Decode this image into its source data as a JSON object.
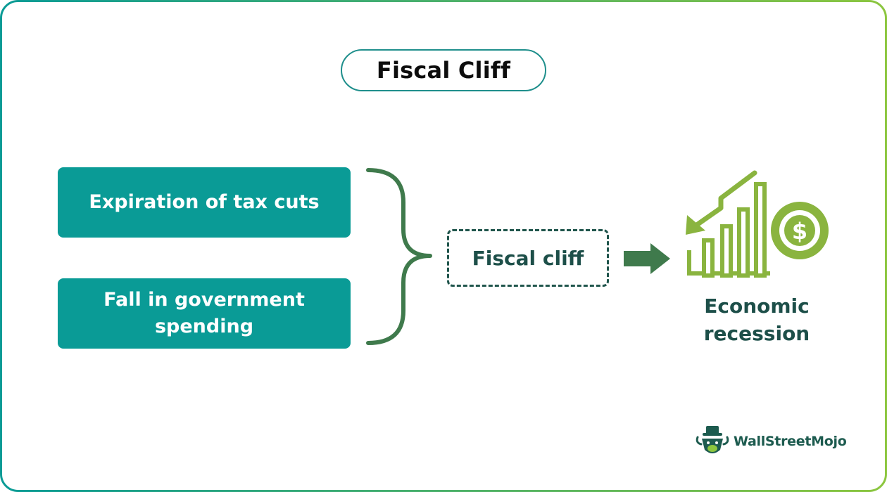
{
  "title": "Fiscal Cliff",
  "causes": [
    {
      "label": "Expiration of tax cuts"
    },
    {
      "label": "Fall in government spending"
    }
  ],
  "center": {
    "label": "Fiscal cliff"
  },
  "result": {
    "label": "Economic recession"
  },
  "brand": {
    "name": "WallStreetMojo"
  },
  "colors": {
    "frame_border_start": "#0a9b96",
    "frame_border_end": "#8cc63f",
    "cause_fill": "#0a9b96",
    "brace_and_arrow": "#3f7a4c",
    "center_text": "#1d4f49",
    "icon_green": "#8ab43f"
  }
}
